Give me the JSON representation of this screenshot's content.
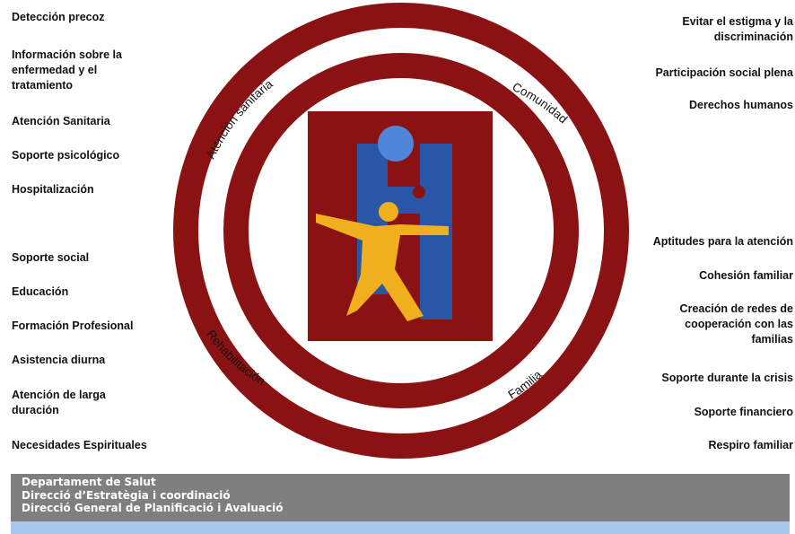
{
  "left_items": [
    "Detección precoz",
    "Información sobre la\nenfermedad y el\ntratamiento",
    "Atención Sanitaria",
    "Soporte psicológico",
    "Hospitalización",
    "Soporte social",
    "Educación",
    "Formación Profesional",
    "Asistencia diurna",
    "Atención de larga\nduración",
    "Necesidades Espirituales"
  ],
  "right_items": [
    "Evitar el estigma y la\ndiscriminación",
    "Participación social plena",
    "Derechos humanos",
    "Aptitudes para la atención",
    "Cohesión familiar",
    "Creación de redes de\ncooperación con las\nfamilias",
    "Soporte durante la crisis",
    "Soporte financiero",
    "Respiro familiar"
  ],
  "ring_labels": {
    "top_left": "Atención sanitaria",
    "top_right": "Comunidad",
    "bottom_left": "Rehabilitación",
    "bottom_right": "Familia"
  },
  "colors": {
    "ring": "#8b1212",
    "logo_blue": "#2a56a8",
    "logo_circle": "#4f86d9",
    "figure": "#f0b01e"
  },
  "footer": {
    "line1": "Departament de Salut",
    "line2": "Direcció d’Estratègia i coordinació",
    "line3": "Direcció General de Planificació i Avaluació"
  }
}
